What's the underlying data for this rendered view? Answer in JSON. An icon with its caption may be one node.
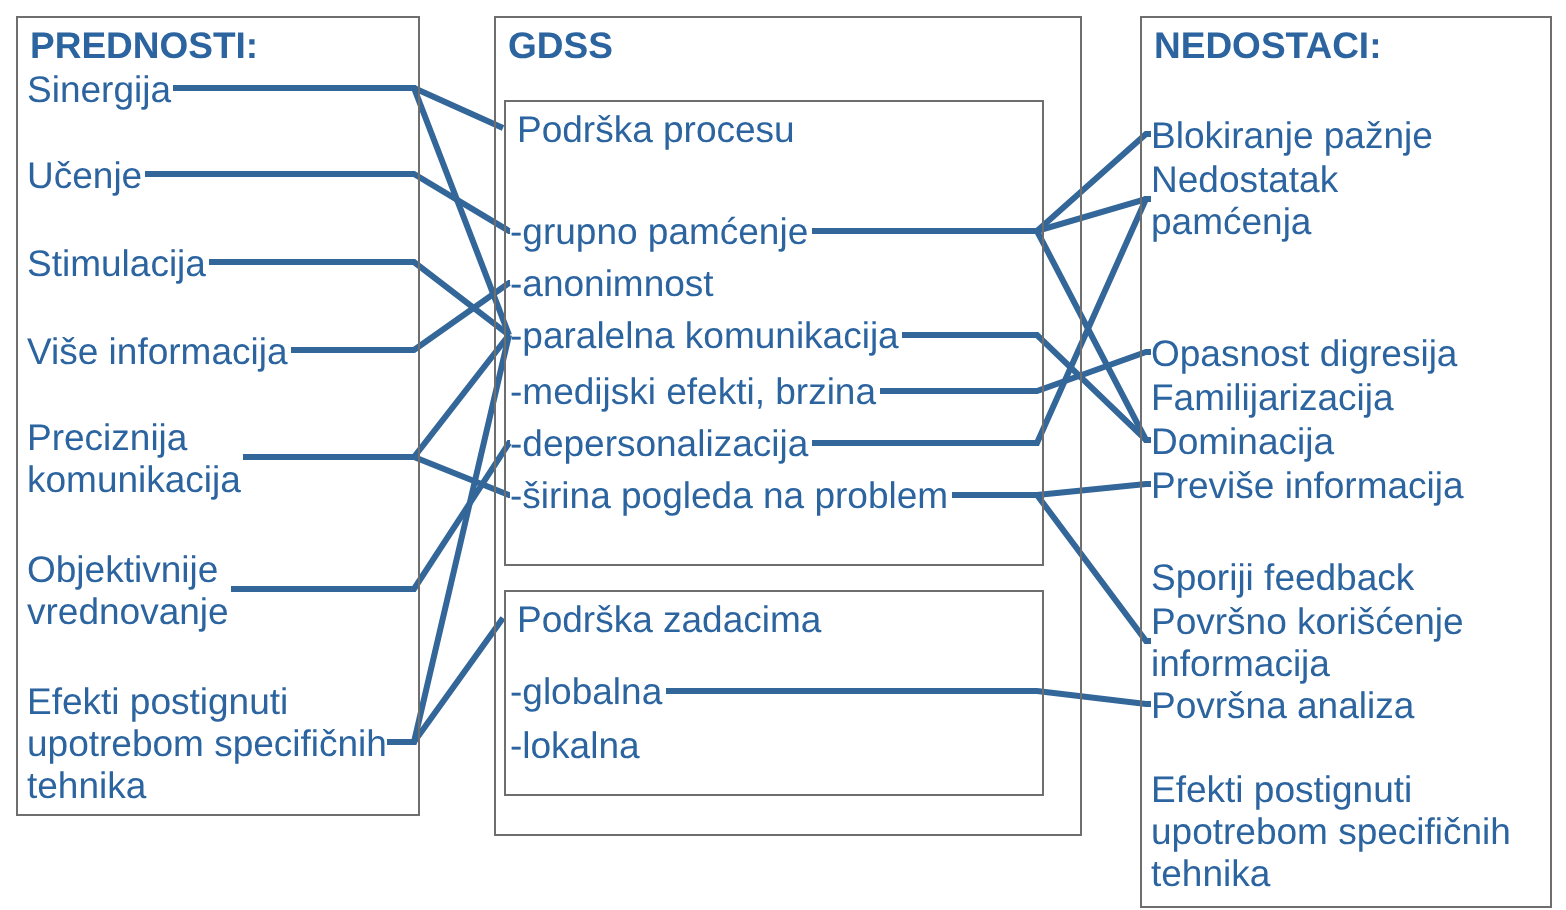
{
  "diagram": {
    "nodes": [
      {
        "text": [
          "PREDNOSTI:"
        ]
      },
      {
        "text": [
          "Sinergija"
        ],
        "in": 0
      },
      {
        "text": [
          "Učenje"
        ],
        "in": 0
      },
      {
        "text": [
          "Stimulacija"
        ],
        "in": 0
      },
      {
        "text": [
          "Više informacija"
        ],
        "in": 0
      },
      {
        "text": [
          "Preciznija komunikacija"
        ],
        "in": 0
      },
      {
        "text": [
          "Objektivnije vrednovanje"
        ],
        "in": 0
      },
      {
        "text": [
          "Efekti postignuti upotrebom specifičnih tehnika"
        ],
        "in": 0
      },
      {
        "text": [
          "GDSS"
        ]
      },
      {
        "text": [
          "Podrška procesu"
        ],
        "in": 8
      },
      {
        "text": [
          "-grupno pamćenje"
        ],
        "in": 9
      },
      {
        "text": [
          "-anonimnost"
        ],
        "in": 9
      },
      {
        "text": [
          "-paralelna komunikacija"
        ],
        "in": 9
      },
      {
        "text": [
          "-medijski efekti, brzina"
        ],
        "in": 9
      },
      {
        "text": [
          "-depersonalizacija"
        ],
        "in": 9
      },
      {
        "text": [
          "-širina pogleda na problem"
        ],
        "in": 9
      },
      {
        "text": [
          "Podrška zadacima"
        ],
        "in": 8
      },
      {
        "text": [
          "-globalna"
        ],
        "in": 16
      },
      {
        "text": [
          "-lokalna"
        ],
        "in": 16
      },
      {
        "text": [
          "NEDOSTACI:"
        ]
      },
      {
        "text": [
          "Blokiranje pažnje"
        ],
        "in": 19
      },
      {
        "text": [
          "Nedostatak pamćenja"
        ],
        "in": 19
      },
      {
        "text": [
          "Opasnost digresija"
        ],
        "in": 19
      },
      {
        "text": [
          "Familijarizacija"
        ],
        "in": 19
      },
      {
        "text": [
          "Dominacija"
        ],
        "in": 19
      },
      {
        "text": [
          "Previše informacija"
        ],
        "in": 19
      },
      {
        "text": [
          "Sporiji feedback"
        ],
        "in": 19
      },
      {
        "text": [
          "Površno korišćenje informacija"
        ],
        "in": 19
      },
      {
        "text": [
          "Površna analiza"
        ],
        "in": 19
      },
      {
        "text": [
          "Efekti postignuti upotrebom specifičnih tehnika"
        ],
        "in": 19
      }
    ],
    "edges": [
      {
        "from": 1,
        "to": 9,
        "arrow": "none"
      },
      {
        "from": 1,
        "to": 12,
        "arrow": "none"
      },
      {
        "from": 2,
        "to": 10,
        "arrow": "none"
      },
      {
        "from": 4,
        "to": 11,
        "arrow": "none"
      },
      {
        "from": 3,
        "to": 12,
        "arrow": "none"
      },
      {
        "from": 5,
        "to": 12,
        "arrow": "none"
      },
      {
        "from": 5,
        "to": 15,
        "arrow": "none"
      },
      {
        "from": 6,
        "to": 14,
        "arrow": "none"
      },
      {
        "from": 7,
        "to": 12,
        "arrow": "none"
      },
      {
        "from": 7,
        "to": 16,
        "arrow": "none"
      },
      {
        "from": 10,
        "to": 20,
        "arrow": "none"
      },
      {
        "from": 10,
        "to": 24,
        "arrow": "none"
      },
      {
        "from": 10,
        "to": 21,
        "arrow": "none"
      },
      {
        "from": 14,
        "to": 21,
        "arrow": "none"
      },
      {
        "from": 12,
        "to": 24,
        "arrow": "none"
      },
      {
        "from": 13,
        "to": 22,
        "arrow": "none"
      },
      {
        "from": 15,
        "to": 25,
        "arrow": "none"
      },
      {
        "from": 15,
        "to": 27,
        "arrow": "none"
      },
      {
        "from": 17,
        "to": 28,
        "arrow": "none"
      }
    ]
  }
}
